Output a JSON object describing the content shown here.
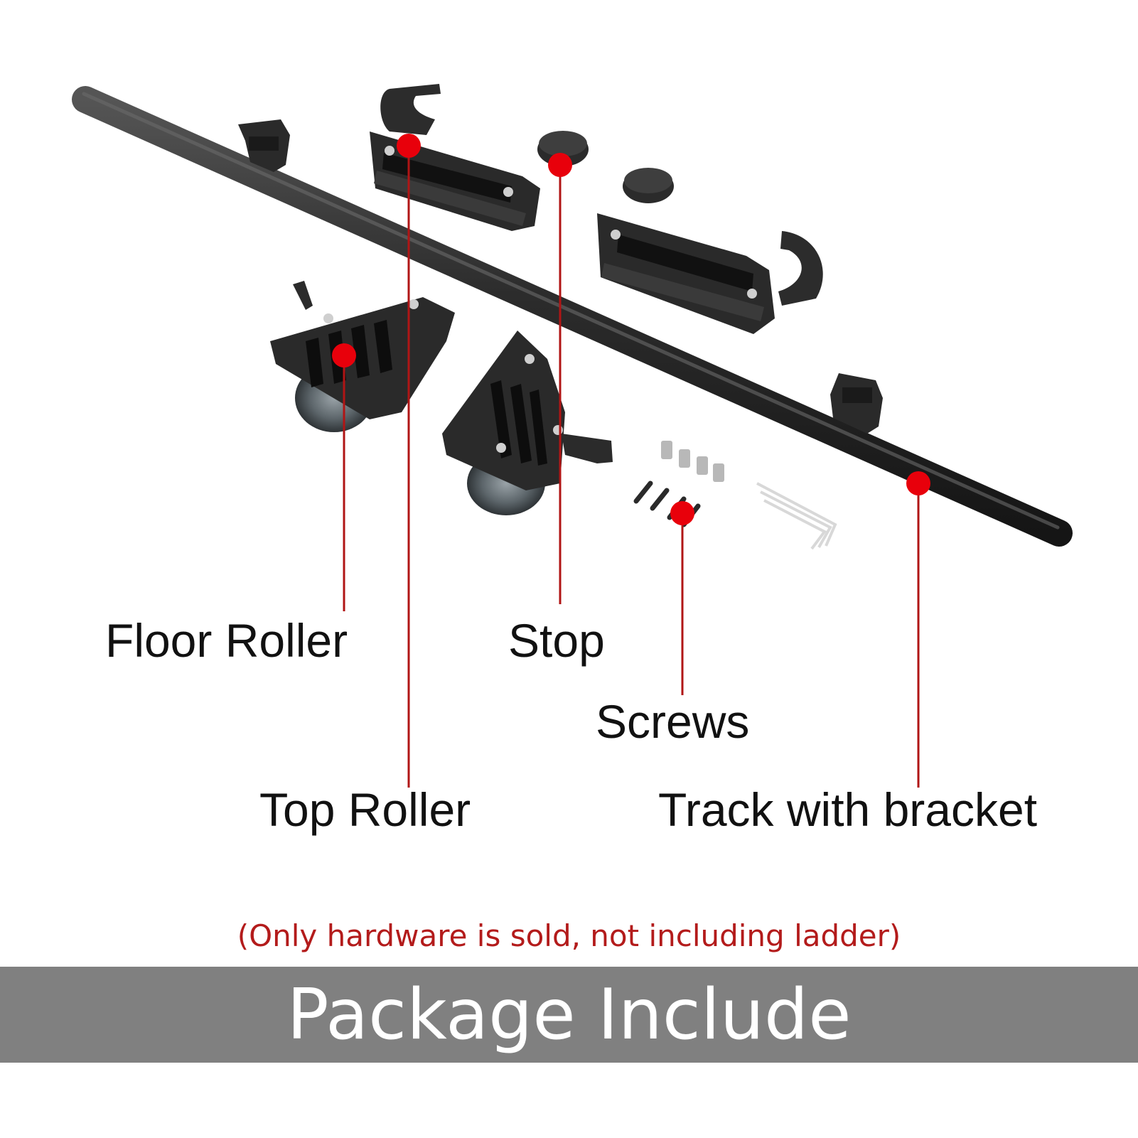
{
  "labels": {
    "floor_roller": "Floor Roller",
    "stop": "Stop",
    "screws": "Screws",
    "top_roller": "Top Roller",
    "track": "Track with bracket"
  },
  "note": "(Only hardware is sold, not including ladder)",
  "banner": {
    "title": "Package Include"
  },
  "colors": {
    "marker": "#e8000b",
    "leader_line": "#b01515",
    "note_text": "#b31b1b",
    "banner_bg": "#808080",
    "banner_text": "#ffffff",
    "hardware": "#2b2b2b"
  }
}
